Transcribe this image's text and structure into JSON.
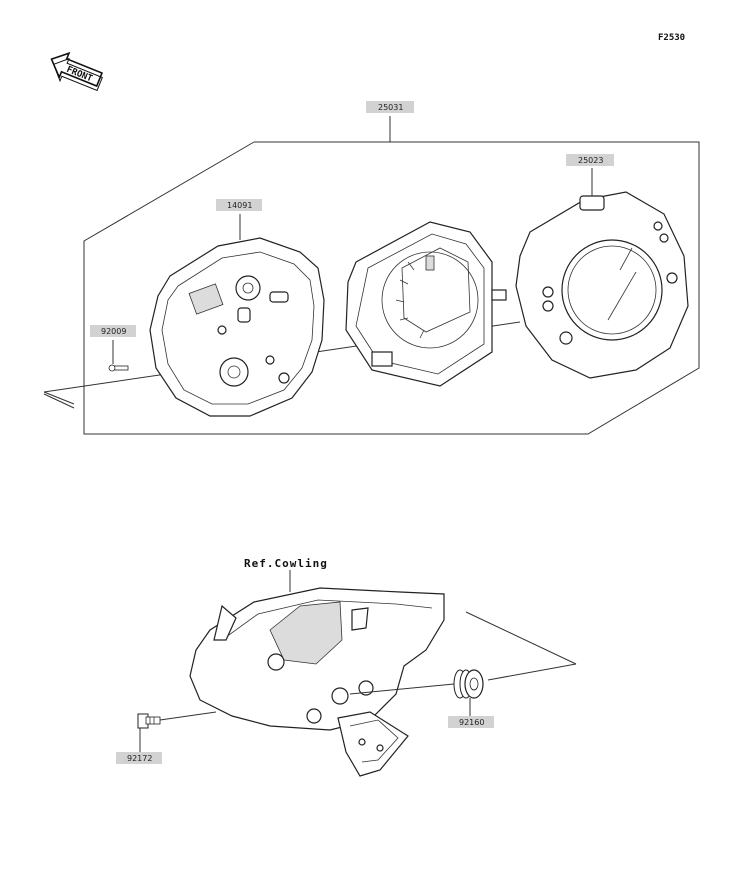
{
  "figure_code": "F2530",
  "front_arrow_text": "FRONT",
  "ref_label": "Ref.Cowling",
  "parts": {
    "assembly": "25031",
    "case": "14091",
    "cover": "25023",
    "screw": "92009",
    "bolt": "92172",
    "grommet": "92160"
  },
  "colors": {
    "label_fill": "#d2d2d2",
    "line": "#333333"
  }
}
